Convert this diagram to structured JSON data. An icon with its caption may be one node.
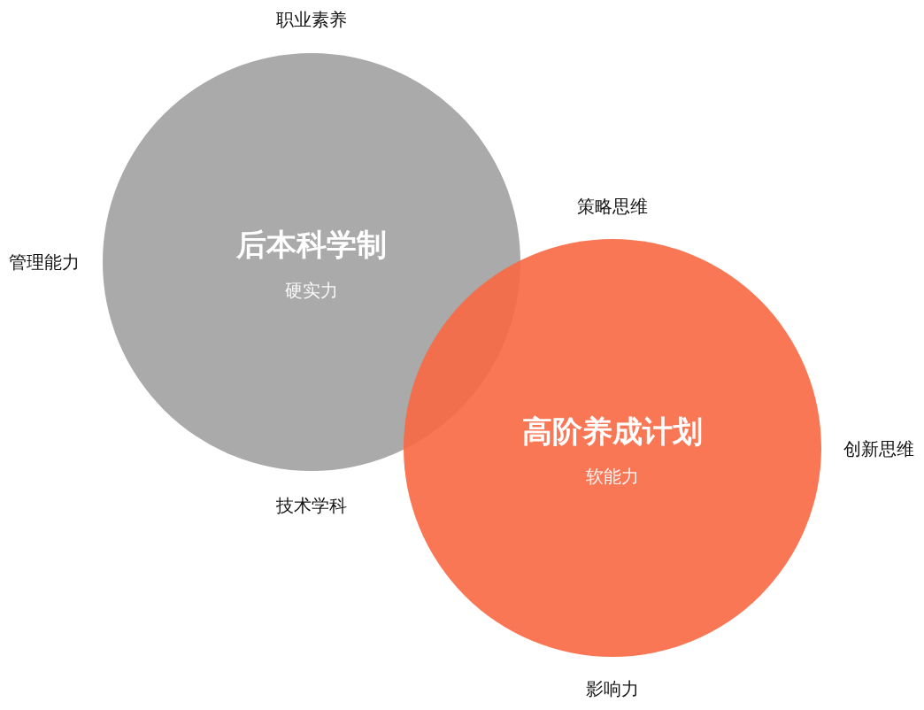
{
  "diagram": {
    "nodes": [
      {
        "text": [
          "后本科学制",
          "硬实力"
        ]
      },
      {
        "text": [
          "高阶养成计划",
          "软能力"
        ]
      }
    ],
    "labels": [
      "职业素养",
      "策略思维",
      "管理能力",
      "创新思维",
      "技术学科",
      "影响力"
    ]
  }
}
